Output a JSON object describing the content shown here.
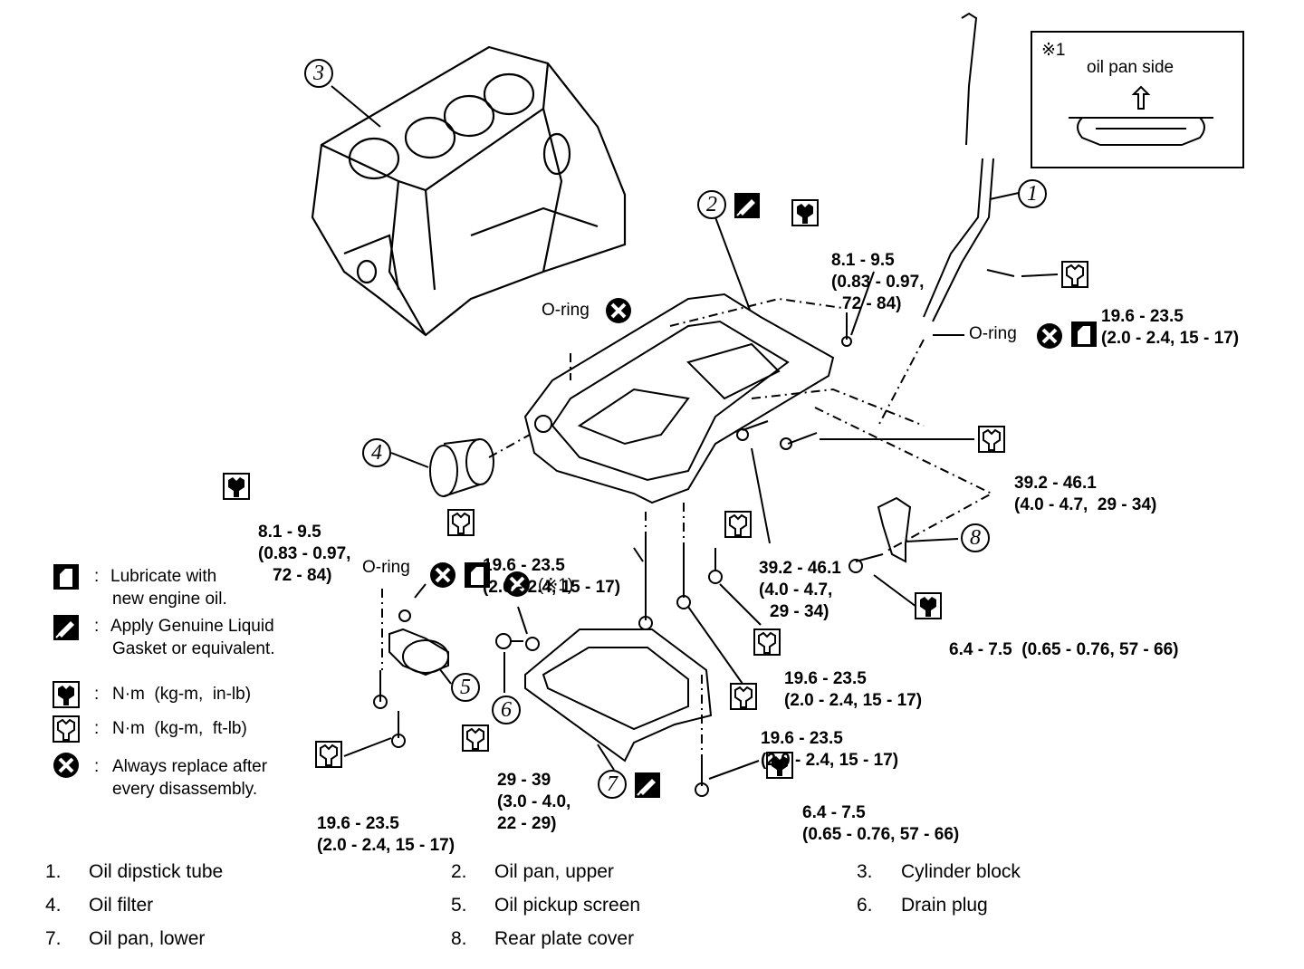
{
  "inset": {
    "mark": "※1",
    "label": "oil pan side"
  },
  "callouts": [
    "1",
    "2",
    "3",
    "4",
    "5",
    "6",
    "7",
    "8"
  ],
  "torque": {
    "t_dipstick_top": [
      "8.1 - 9.5",
      "(0.83 - 0.97,",
      "72 - 84)"
    ],
    "t_tube_bolt": [
      "19.6 - 23.5",
      "(2.0 - 2.4, 15 - 17)"
    ],
    "t_right_392": [
      "39.2 - 46.1",
      "(4.0 - 4.7,  29 - 34)"
    ],
    "t_center_392": [
      "39.2 - 46.1",
      "(4.0 - 4.7,",
      "29 - 34)"
    ],
    "t_filter": [
      "8.1 - 9.5",
      "(0.83 - 0.97,",
      "72 - 84)"
    ],
    "t_center_196": [
      "19.6 - 23.5",
      "(2.0 - 2.4, 15 - 17)"
    ],
    "t_rear_plate": [
      "6.4 - 7.5  (0.65 - 0.76, 57 - 66)"
    ],
    "t_mid_196a": [
      "19.6 - 23.5",
      "(2.0 - 2.4, 15 - 17)"
    ],
    "t_mid_196b": [
      "19.6 - 23.5",
      "(2.0 - 2.4, 15 - 17)"
    ],
    "t_drain": [
      "29 - 39",
      "(3.0 - 4.0,",
      "22 - 29)"
    ],
    "t_lower_64": [
      "6.4 - 7.5",
      "(0.65 - 0.76, 57 - 66)"
    ],
    "t_left_196": [
      "19.6 - 23.5",
      "(2.0 - 2.4, 15 - 17)"
    ]
  },
  "oring_labels": {
    "top": "O-ring",
    "right": "O-ring",
    "left": "O-ring",
    "drain_ref": "(※1)"
  },
  "legend": [
    {
      "icon": "oil-can",
      "sep": ":",
      "text": [
        "Lubricate with",
        "new engine oil."
      ]
    },
    {
      "icon": "sealant-tube",
      "sep": ":",
      "text": [
        "Apply Genuine Liquid",
        "Gasket or equivalent."
      ]
    },
    {
      "icon": "torque-nm-in-lb",
      "sep": ":",
      "text": [
        "N·m  (kg-m,  in-lb)"
      ]
    },
    {
      "icon": "torque-nm-ft-lb",
      "sep": ":",
      "text": [
        "N·m  (kg-m,  ft-lb)"
      ]
    },
    {
      "icon": "replace-x",
      "sep": ":",
      "text": [
        "Always replace after",
        "every disassembly."
      ]
    }
  ],
  "parts": [
    {
      "num": "1.",
      "name": "Oil dipstick tube"
    },
    {
      "num": "2.",
      "name": "Oil pan, upper"
    },
    {
      "num": "3.",
      "name": "Cylinder block"
    },
    {
      "num": "4.",
      "name": "Oil filter"
    },
    {
      "num": "5.",
      "name": "Oil pickup screen"
    },
    {
      "num": "6.",
      "name": "Drain plug"
    },
    {
      "num": "7.",
      "name": "Oil pan, lower"
    },
    {
      "num": "8.",
      "name": "Rear plate cover"
    }
  ]
}
